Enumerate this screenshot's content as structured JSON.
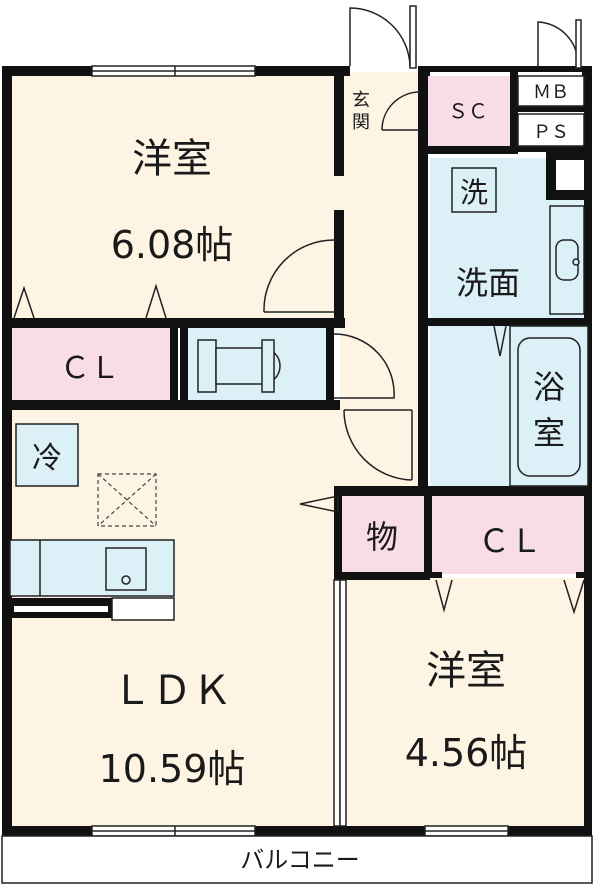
{
  "rooms": {
    "western_room_1": {
      "name": "洋室",
      "size": "6.08帖"
    },
    "western_room_2": {
      "name": "洋室",
      "size": "4.56帖"
    },
    "ldk": {
      "name": "ＬＤＫ",
      "size": "10.59帖"
    },
    "entrance": "玄関",
    "shoe_closet": "ＳＣ",
    "meter_box": "ＭＢ",
    "pipe_space": "ＰＳ",
    "washroom": "洗面",
    "washer": "洗",
    "bathroom": "浴室",
    "fridge": "冷",
    "storage": "物",
    "closet_1": "ＣＬ",
    "closet_2": "ＣＬ",
    "balcony": "バルコニー"
  },
  "colors": {
    "room_fill": "#fdf4e4",
    "closet_fill": "#f9dde6",
    "wet_fill": "#dcf0f8",
    "wall": "#111111"
  }
}
